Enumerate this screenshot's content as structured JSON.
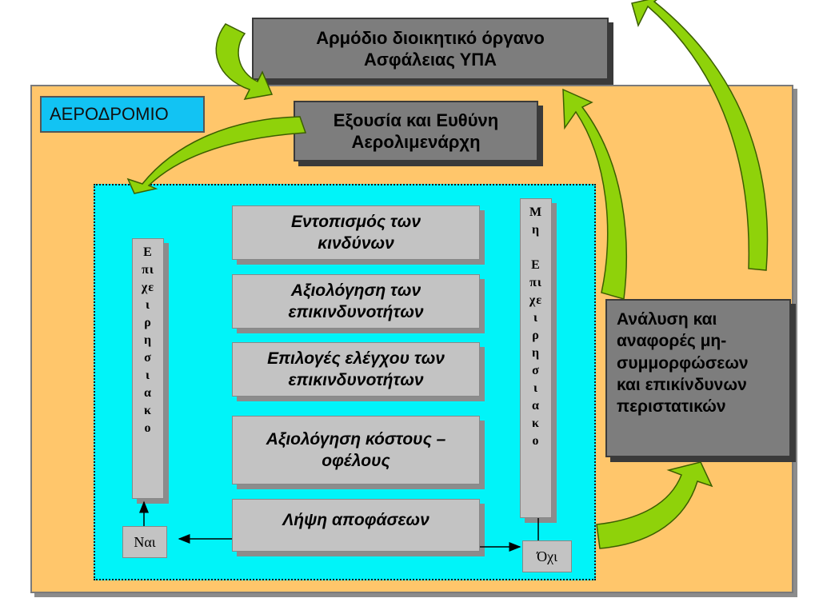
{
  "labels": {
    "airport": "ΑΕΡΟΔΡΟΜΙΟ",
    "authority": "Αρμόδιο διοικητικό όργανο\nΑσφάλειας ΥΠΑ",
    "airport_manager": "Εξουσία και Ευθύνη\nΑερολιμενάρχη",
    "analysis": "Ανάλυση και\nαναφορές μη-\nσυμμορφώσεων\nκαι επικίνδυνων\nπεριστατικών"
  },
  "steps": [
    "Εντοπισμός των\nκινδύνων",
    "Αξιολόγηση των\nεπικινδυνοτήτων",
    "Επιλογές ελέγχου των\nεπικινδυνοτήτων",
    "Αξιολόγηση κόστους –\nοφέλους",
    "Λήψη αποφάσεων"
  ],
  "operational": "Ε\nπι\nχε\nι\nρ\nη\nσ\nι\nα\nκ\nο",
  "non_operational": "Μ\nη\n\nΕ\nπι\nχε\nι\nρ\nη\nσ\nι\nα\nκ\nο",
  "yes": "Ναι",
  "no": "Όχι",
  "colors": {
    "airport_bg": "#ffc66b",
    "label_bg": "#12c3f3",
    "process_bg": "#00f4f9",
    "box_dark": "#7d7d7d",
    "box_light": "#c3c3c3",
    "arrow": "#8fd20a"
  }
}
